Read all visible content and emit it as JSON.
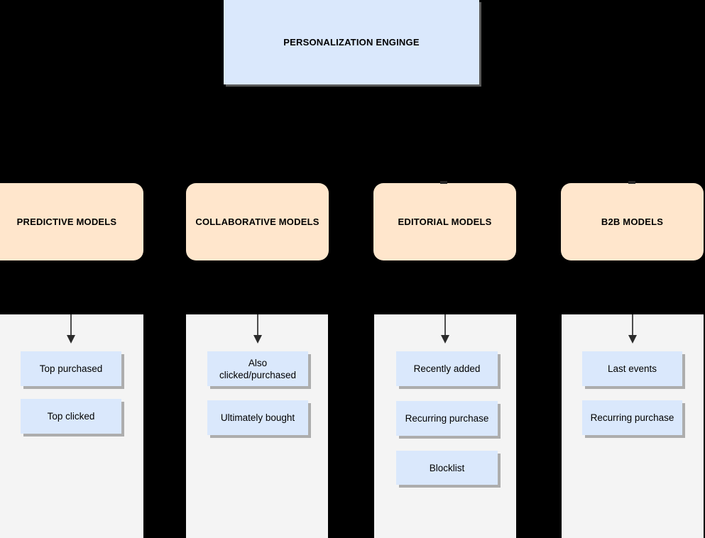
{
  "diagram": {
    "background_color": "#000000",
    "engine": {
      "label": "PERSONALIZATION ENGINGE",
      "fill_color": "#dae8fc"
    },
    "model_fill_color": "#ffe6cc",
    "panel_color": "#f4f4f4",
    "item_fill_color": "#dae8fc",
    "columns": [
      {
        "title": "PREDICTIVE MODELS",
        "items": [
          {
            "label": "Top purchased"
          },
          {
            "label": "Top clicked"
          }
        ]
      },
      {
        "title": "COLLABORATIVE MODELS",
        "items": [
          {
            "label": "Also clicked/purchased"
          },
          {
            "label": "Ultimately bought"
          }
        ]
      },
      {
        "title": "EDITORIAL MODELS",
        "items": [
          {
            "label": "Recently added"
          },
          {
            "label": "Recurring purchase"
          },
          {
            "label": "Blocklist"
          }
        ]
      },
      {
        "title": "B2B MODELS",
        "items": [
          {
            "label": "Last events"
          },
          {
            "label": "Recurring purchase"
          }
        ]
      }
    ]
  }
}
